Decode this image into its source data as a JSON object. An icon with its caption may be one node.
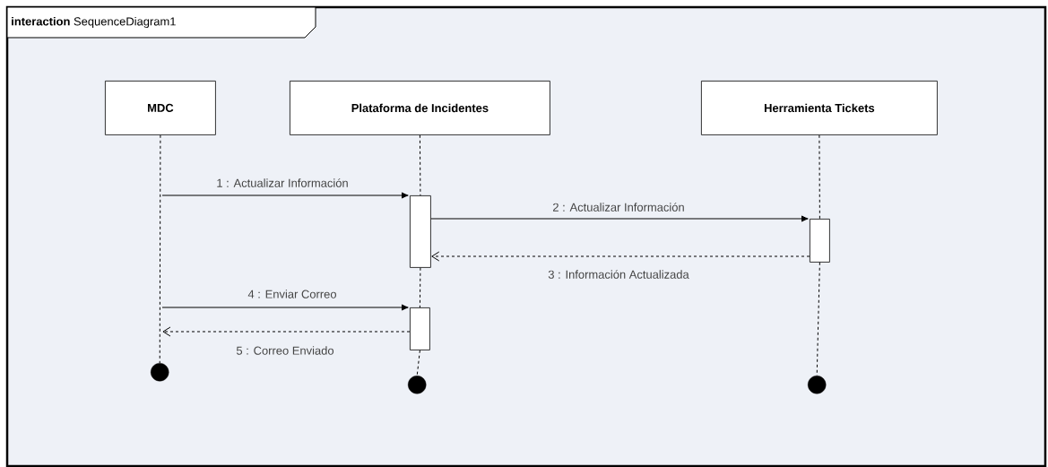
{
  "diagram": {
    "nodes": [
      {
        "text": [
          "**interaction** SequenceDiagram1"
        ]
      },
      {
        "text": [
          "MDC"
        ],
        "in": 0
      },
      {
        "text": [
          "Plataforma de Incidentes"
        ],
        "in": 0
      },
      {
        "text": [
          "Herramienta Tickets"
        ],
        "in": 0
      },
      {
        "text": [],
        "shape": "bar",
        "in": 0
      },
      {
        "text": [],
        "shape": "bar",
        "in": 0
      },
      {
        "text": [],
        "shape": "bar",
        "in": 0
      },
      {
        "text": [],
        "shape": "circle",
        "in": 0
      },
      {
        "text": [],
        "shape": "circle",
        "in": 0
      },
      {
        "text": [],
        "shape": "circle",
        "in": 0
      }
    ],
    "edges": [
      {
        "from": 1,
        "to": 7,
        "arrow": "none",
        "style": "dashed"
      },
      {
        "from": 2,
        "to": 4,
        "arrow": "none",
        "style": "dashed"
      },
      {
        "from": 4,
        "to": 6,
        "arrow": "none",
        "style": "dashed"
      },
      {
        "from": 6,
        "to": 8,
        "arrow": "none",
        "style": "dashed"
      },
      {
        "from": 3,
        "to": 5,
        "arrow": "none",
        "style": "dashed"
      },
      {
        "from": 5,
        "to": 9,
        "arrow": "none",
        "style": "dashed"
      },
      {
        "from": null,
        "to": 4,
        "arrow": "to",
        "label": "1 : Actualizar Información"
      },
      {
        "from": 4,
        "to": 5,
        "arrow": "to",
        "label": "2 : Actualizar Información"
      },
      {
        "from": 5,
        "to": 4,
        "arrow": "to",
        "style": "dashed",
        "label": "3 : Información Actualizada"
      },
      {
        "from": null,
        "to": 6,
        "arrow": "to",
        "label": "4 : Enviar Correo"
      },
      {
        "from": 6,
        "to": null,
        "arrow": "to",
        "style": "dashed",
        "label": "5 : Correo Enviado"
      }
    ]
  }
}
